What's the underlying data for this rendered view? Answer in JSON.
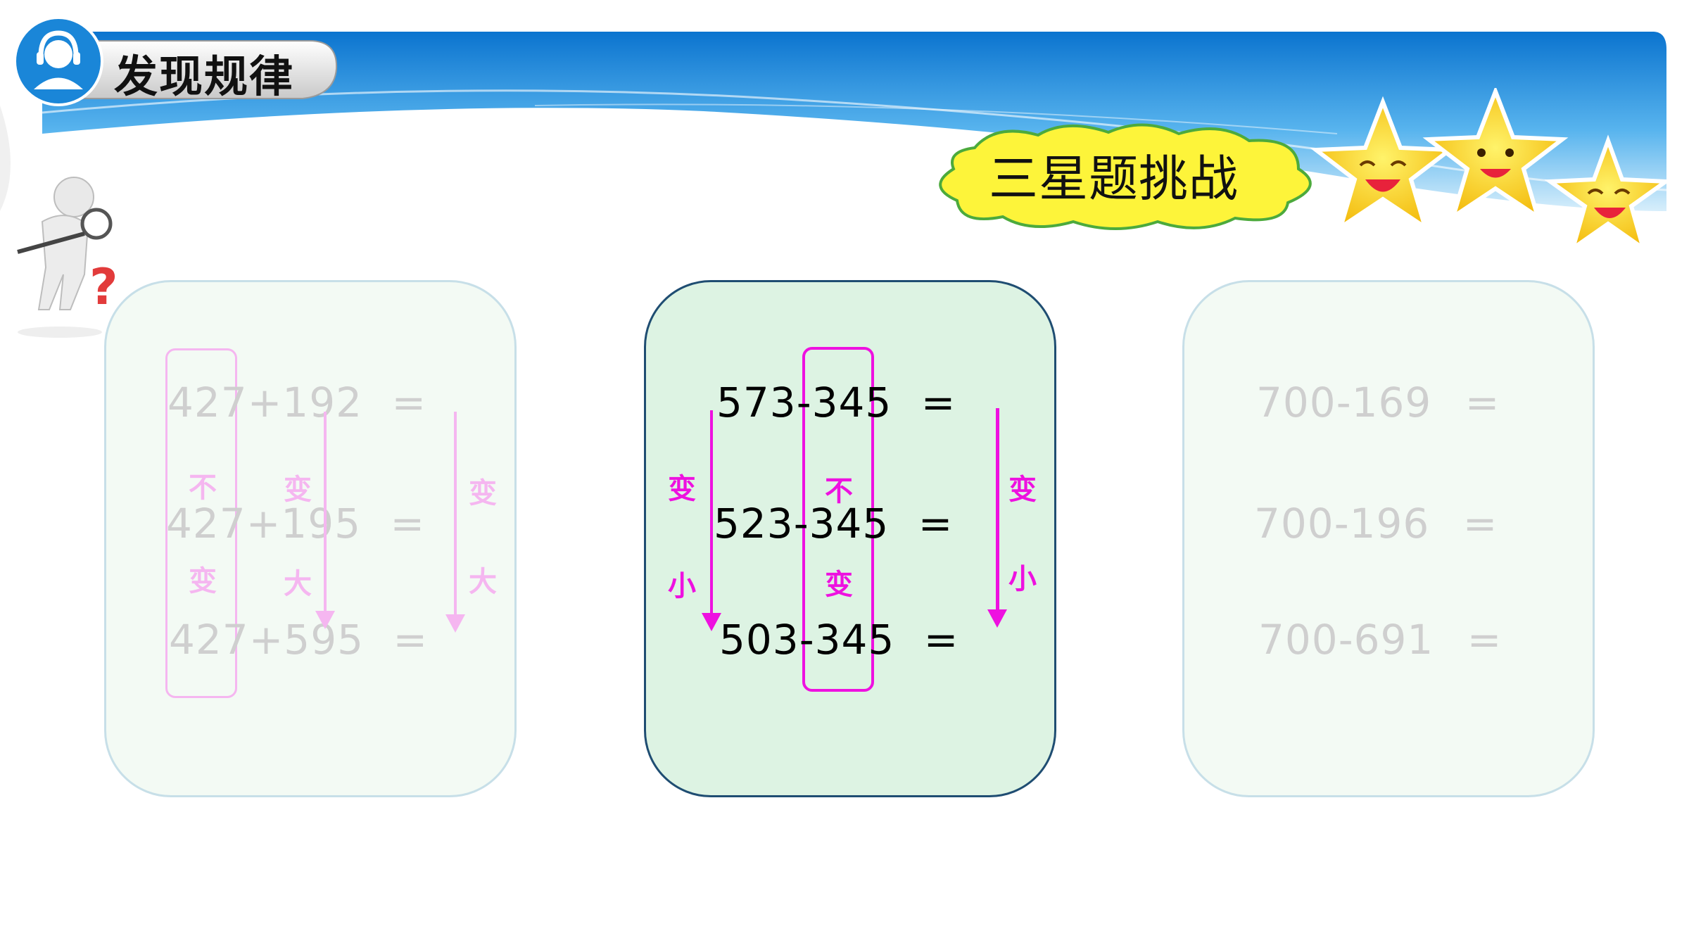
{
  "header": {
    "title": "发现规律",
    "subtitle": "三星题挑战",
    "icons": [
      "headset-person-icon",
      "star-icon",
      "magnifier-figure-icon",
      "question-mark-icon"
    ],
    "colors": {
      "banner_blue": "#1a86d8",
      "cloud_yellow": "#fdf43a",
      "accent_magenta": "#ee11e0",
      "active_card_border": "#1f4d72"
    }
  },
  "cards": {
    "left": {
      "state": "faded",
      "equations": [
        {
          "expr": "427+192",
          "eq": "="
        },
        {
          "expr": "427+195",
          "eq": "="
        },
        {
          "expr": "427+595",
          "eq": "="
        }
      ],
      "hint_fixed": [
        "不",
        "变"
      ],
      "hint_second": [
        "变",
        "大"
      ],
      "hint_result": [
        "变",
        "大"
      ]
    },
    "middle": {
      "state": "active",
      "equations": [
        {
          "expr": "573-345",
          "eq": "="
        },
        {
          "expr": "523-345",
          "eq": "="
        },
        {
          "expr": "503-345",
          "eq": "="
        }
      ],
      "hint_first": [
        "变",
        "小"
      ],
      "hint_fixed": [
        "不",
        "变"
      ],
      "hint_result": [
        "变",
        "小"
      ]
    },
    "right": {
      "state": "faded",
      "equations": [
        {
          "expr": "700-169",
          "eq": "="
        },
        {
          "expr": "700-196",
          "eq": "="
        },
        {
          "expr": "700-691",
          "eq": "="
        }
      ]
    }
  }
}
